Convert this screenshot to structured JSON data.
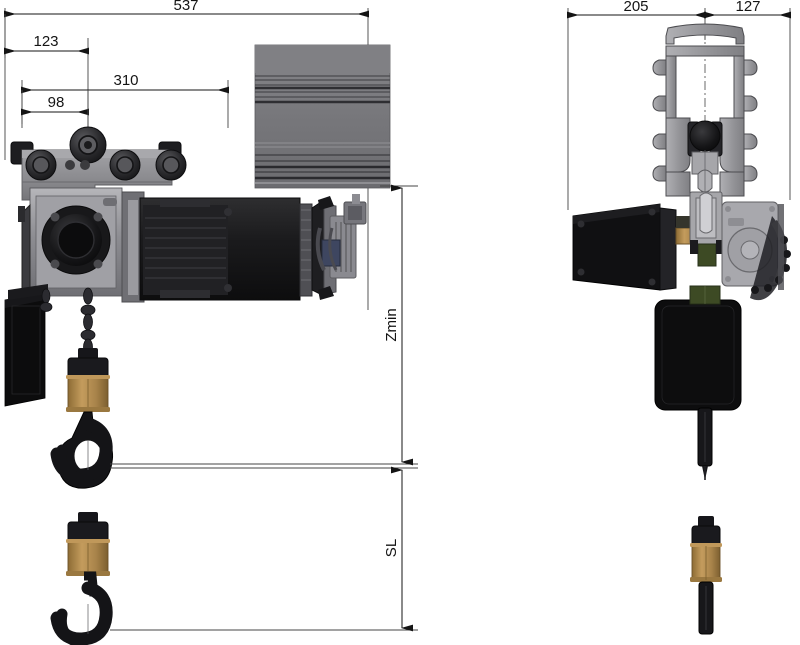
{
  "drawing": {
    "title": "Electric chain hoist with trolley - technical dimension drawing",
    "units": "mm",
    "background_color": "#ffffff",
    "line_color": "#141414"
  },
  "dimensions": {
    "front_view": [
      {
        "id": "overall-width",
        "label": "537",
        "orientation": "horizontal"
      },
      {
        "id": "trolley-left",
        "label": "123",
        "orientation": "horizontal"
      },
      {
        "id": "body-length",
        "label": "310",
        "orientation": "horizontal"
      },
      {
        "id": "hook-offset",
        "label": "98",
        "orientation": "horizontal"
      },
      {
        "id": "headroom",
        "label": "Zmin",
        "orientation": "vertical"
      },
      {
        "id": "lifting-height",
        "label": "SL",
        "orientation": "vertical"
      }
    ],
    "side_view": [
      {
        "id": "beam-left",
        "label": "205",
        "orientation": "horizontal"
      },
      {
        "id": "beam-right",
        "label": "127",
        "orientation": "horizontal"
      }
    ]
  },
  "components": {
    "rail_beam": {
      "name": "enclosed-track-rail-beam",
      "color": "#77777b"
    },
    "trolley": {
      "name": "trolley-carriage",
      "color": "#8c8c90"
    },
    "gearbox": {
      "name": "gearbox-housing",
      "color": "#8a8a8e"
    },
    "motor": {
      "name": "motor-body",
      "color": "#1b1b1b"
    },
    "control_box": {
      "name": "control-box",
      "color": "#1a1a1a"
    },
    "chain": {
      "name": "load-chain",
      "color": "#303035"
    },
    "hook_block": {
      "name": "hook-block-body",
      "color": "#b08b4f"
    },
    "hook": {
      "name": "load-hook",
      "color": "#141414"
    },
    "chain_bucket": {
      "name": "chain-container",
      "color": "#0e0e0e"
    },
    "rail_profile": {
      "name": "rail-profile-section",
      "color": "#9a9a9e"
    },
    "gearbox_label": {
      "name": "gearbox-nameplate",
      "text": ""
    }
  }
}
